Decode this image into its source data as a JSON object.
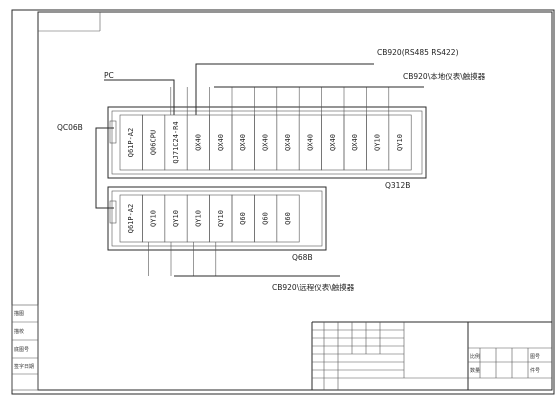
{
  "labels": {
    "bus_top": "CB920(RS485 RS422)",
    "bus_top_sub": "CB920\\本地仪表\\触摸器",
    "bus_bottom": "CB920\\远程仪表\\触摸器",
    "pc": "PC",
    "cable": "QC06B",
    "rack_top_base": "Q312B",
    "rack_bottom_base": "Q68B"
  },
  "rack_top": {
    "modules": [
      "Q61P-A2",
      "Q06CPU",
      "QJ71C24-R4",
      "QX40",
      "QX40",
      "QX40",
      "QX40",
      "QX40",
      "QX40",
      "QX40",
      "QX40",
      "QY10",
      "QY10"
    ]
  },
  "rack_bottom": {
    "modules": [
      "Q61P-A2",
      "QY10",
      "QY10",
      "QY10",
      "QY10",
      "Q60",
      "Q60",
      "Q60"
    ]
  },
  "title_block": {
    "row1": [
      "比例",
      "",
      "图号"
    ],
    "row2": [
      "数量",
      "",
      "件号"
    ]
  },
  "side_labels": [
    "描图",
    "描校",
    "底图号",
    "签字日期"
  ]
}
